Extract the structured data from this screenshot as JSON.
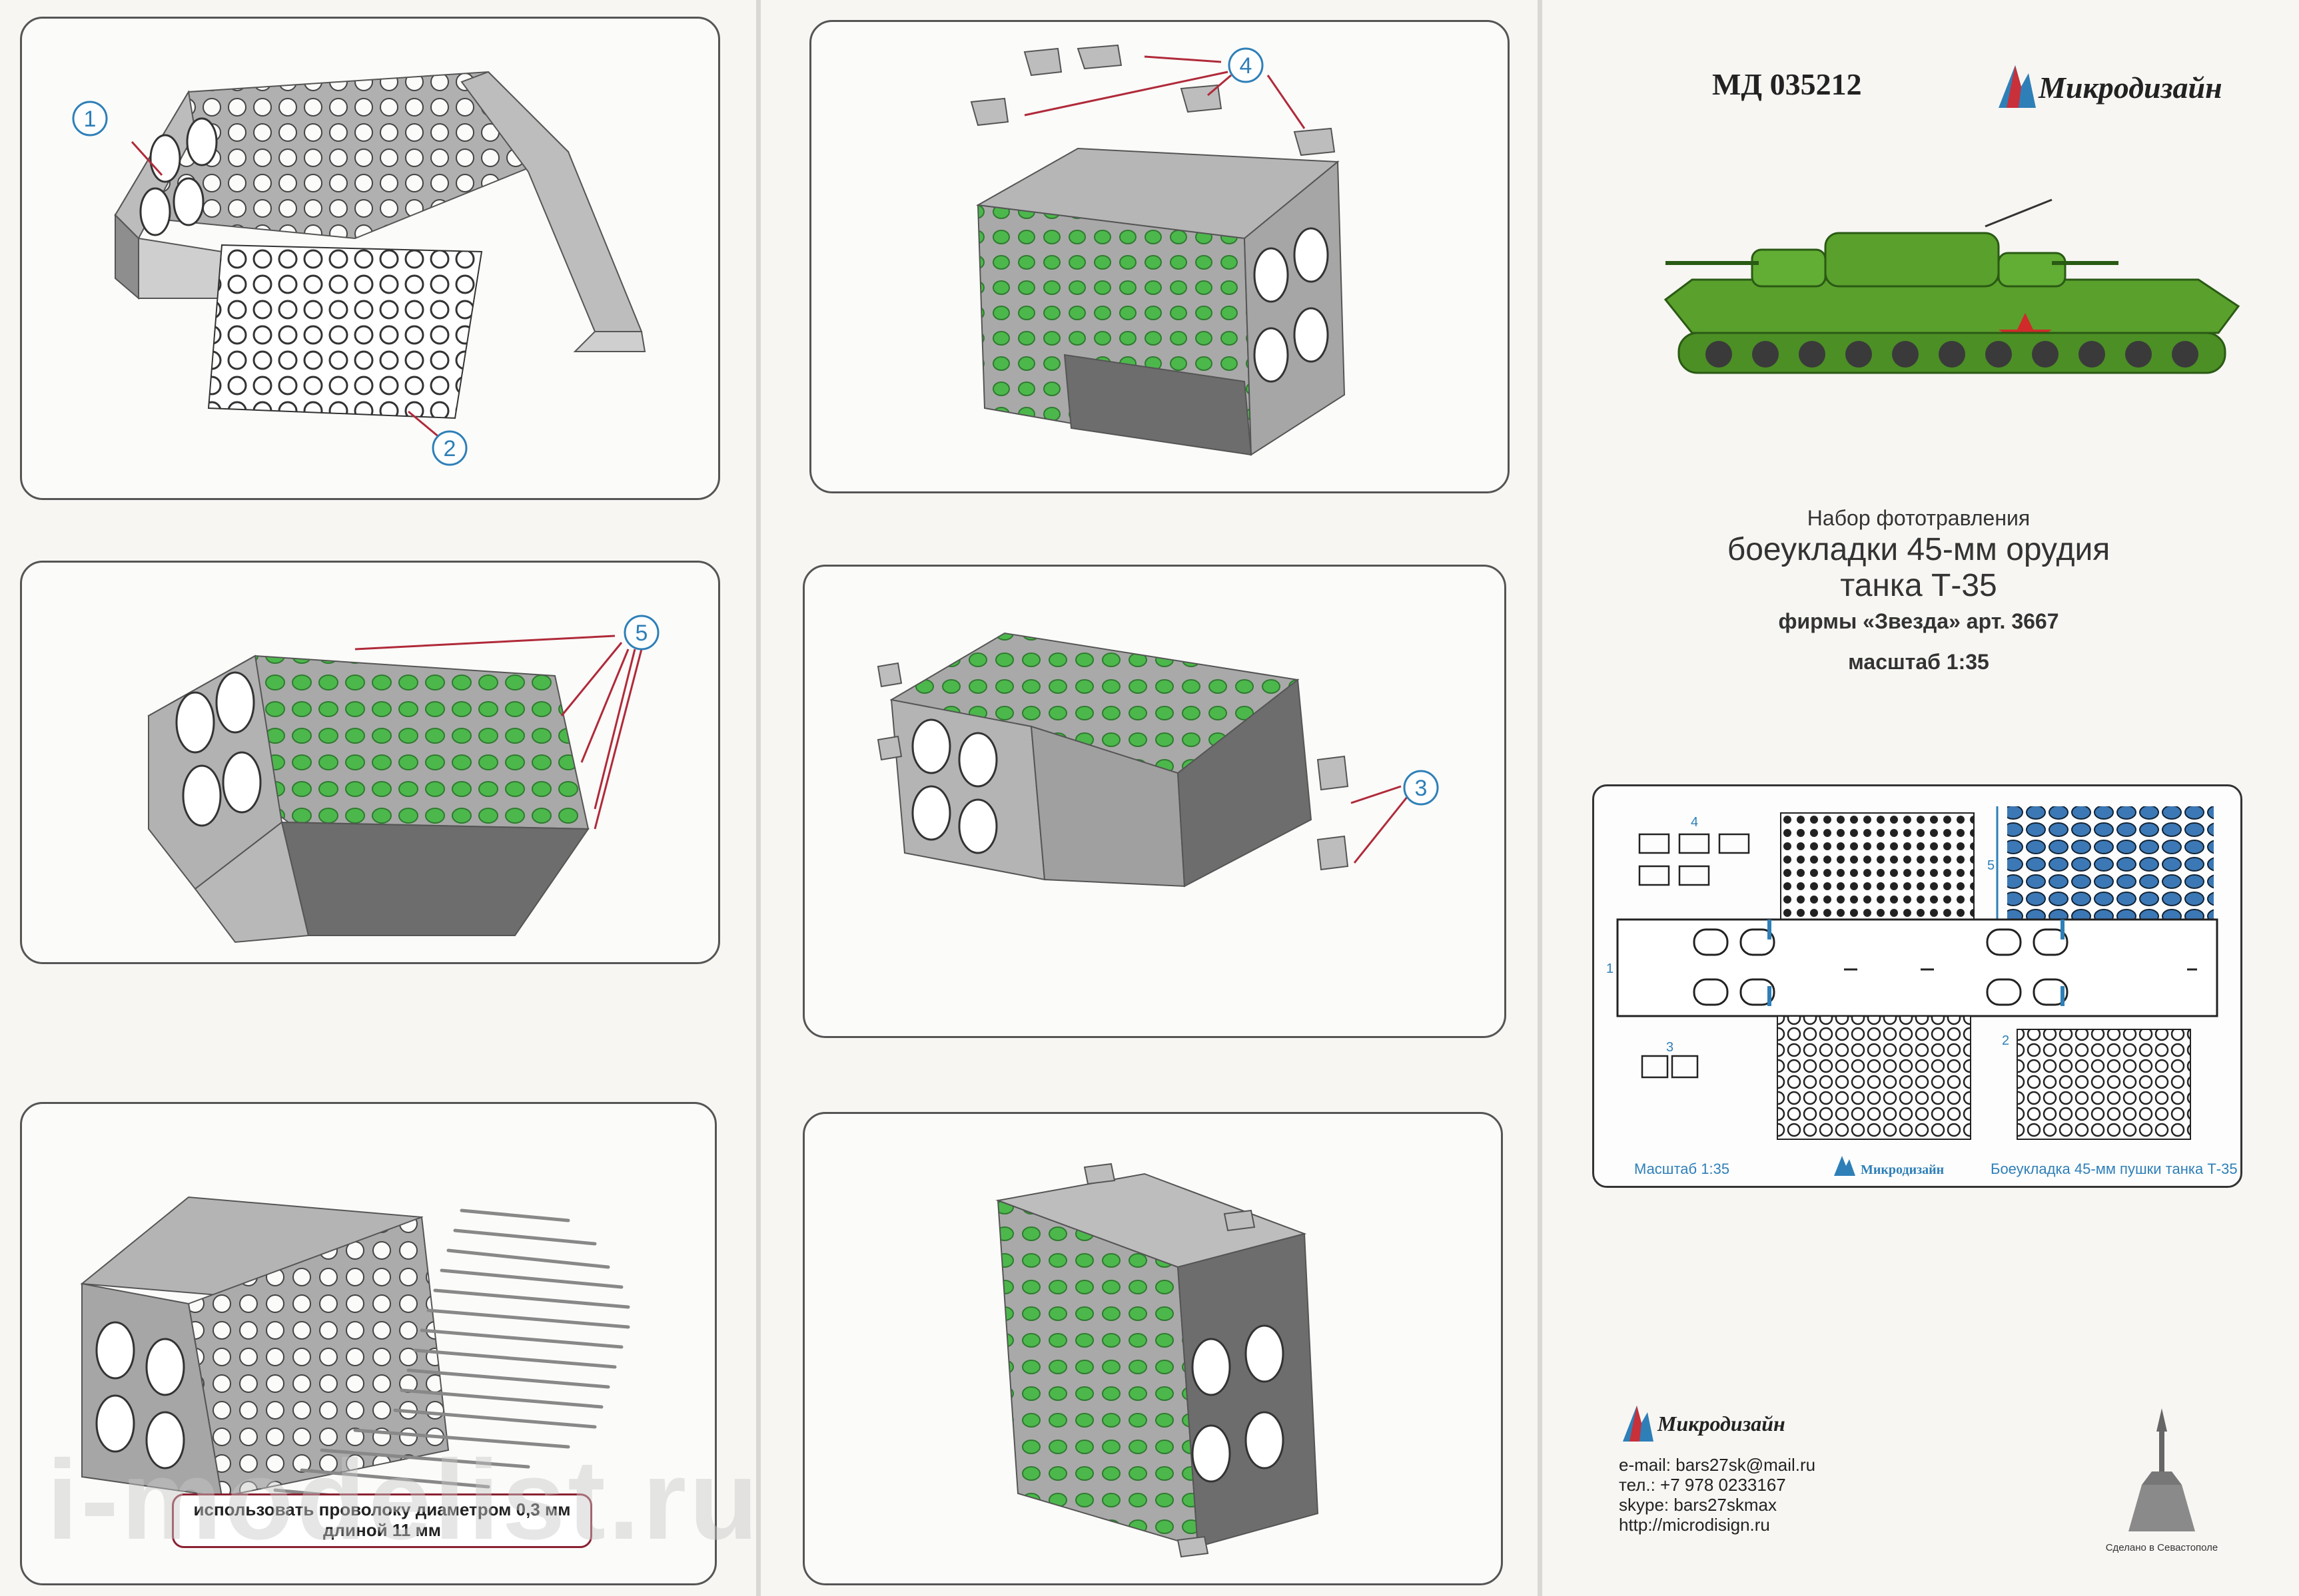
{
  "product": {
    "code": "МД 035212",
    "brand": "Микродизайн",
    "set_line1": "Набор фототравления",
    "set_line2": "боеукладки 45-мм орудия",
    "set_line3": "танка Т-35",
    "maker_line": "фирмы «Звезда»  арт. 3667",
    "scale": "масштаб 1:35"
  },
  "steps": {
    "callouts": [
      "1",
      "2",
      "3",
      "4",
      "5"
    ],
    "wire_note_line1": "использовать проволоку диаметром 0,3 мм",
    "wire_note_line2": "длиной 11 мм"
  },
  "fret": {
    "footer_scale": "Масштаб 1:35",
    "footer_brand": "Микродизайн",
    "footer_title": "Боеукладка 45-мм пушки танка Т-35",
    "part_labels": [
      "1",
      "2",
      "3",
      "4",
      "5"
    ]
  },
  "contacts": {
    "brand": "Микродизайн",
    "email": "e-mail: bars27sk@mail.ru",
    "phone": "тел.: +7 978 0233167",
    "skype": "skype: bars27skmax",
    "site": "http://microdisign.ru",
    "made_in": "Сделано в Севастополе"
  },
  "watermark": "i-modelist.ru",
  "colors": {
    "accent_blue": "#2e7fb8",
    "arrow_red": "#b02a3a",
    "tank_green": "#5aa02c",
    "part_gray": "#a9a9a9",
    "dark_gray": "#6d6d6d",
    "fill_green": "#4cb84c"
  }
}
